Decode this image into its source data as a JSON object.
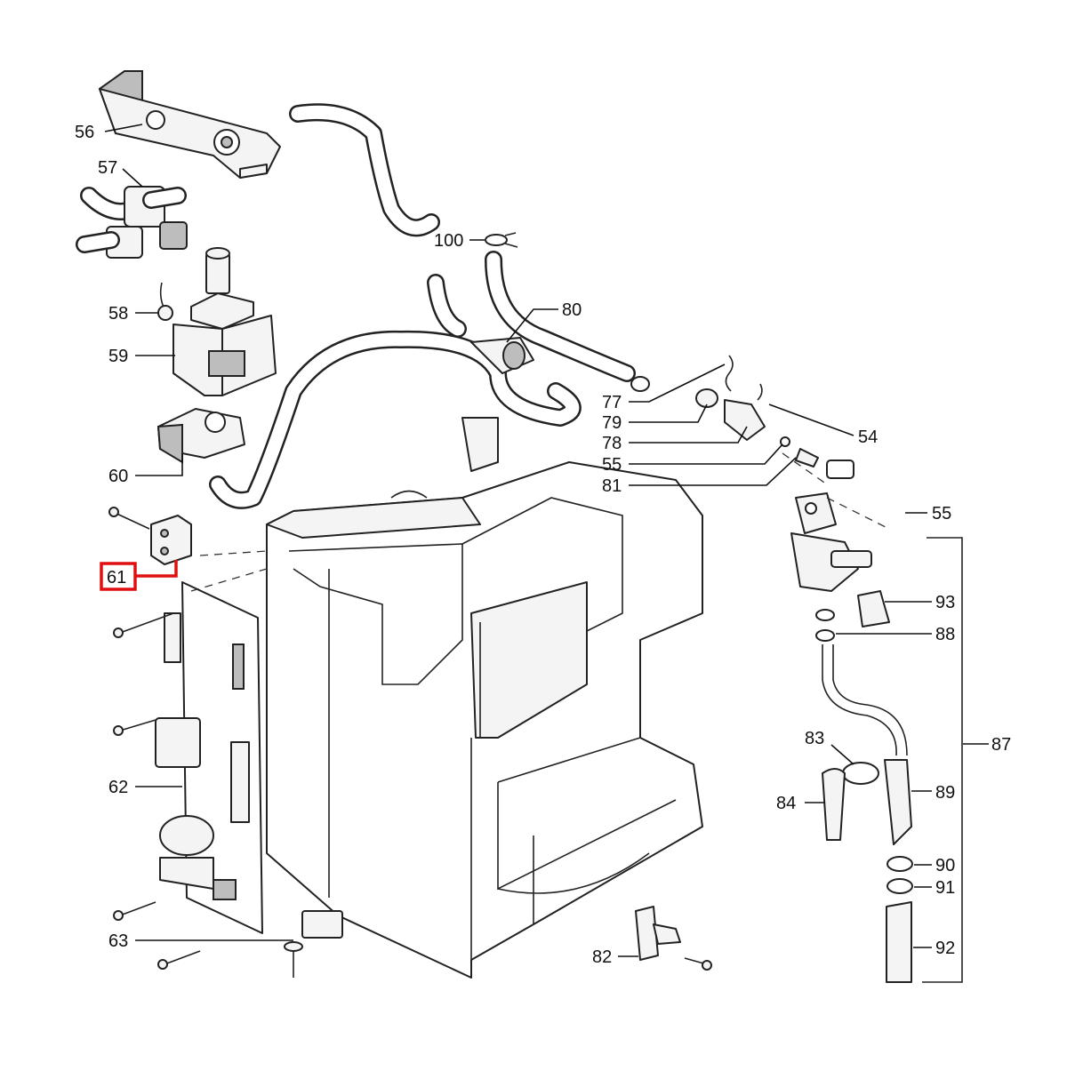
{
  "callouts": {
    "c56": "56",
    "c57": "57",
    "c58": "58",
    "c59": "59",
    "c60": "60",
    "c61": "61",
    "c62": "62",
    "c63": "63",
    "c100": "100",
    "c80": "80",
    "c77": "77",
    "c79": "79",
    "c78": "78",
    "c55a": "55",
    "c81": "81",
    "c54": "54",
    "c55b": "55",
    "c93": "93",
    "c88": "88",
    "c83": "83",
    "c87": "87",
    "c89": "89",
    "c84": "84",
    "c90": "90",
    "c91": "91",
    "c92": "92",
    "c82": "82"
  },
  "highlight": {
    "callout": "61",
    "color": "#e01010"
  }
}
